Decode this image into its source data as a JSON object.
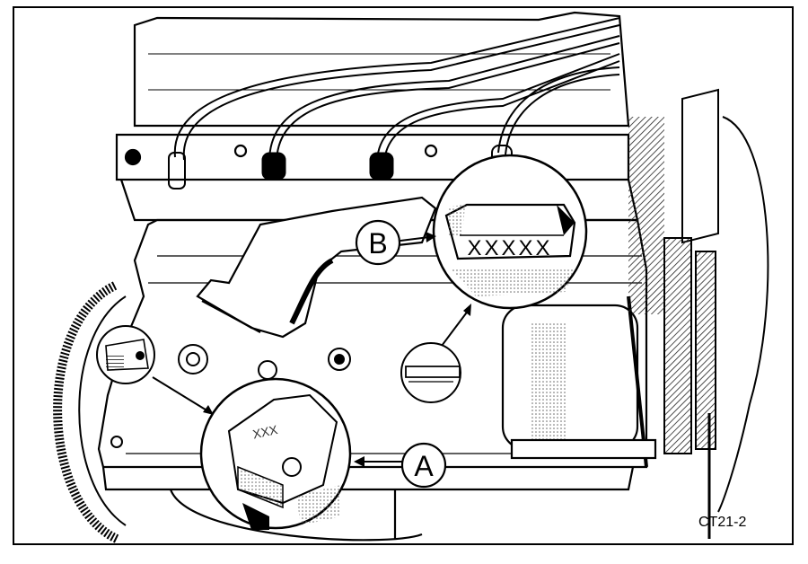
{
  "figure": {
    "caption_code": "CT21-2",
    "callouts": [
      {
        "id": "A",
        "label": "A"
      },
      {
        "id": "B",
        "label": "B"
      }
    ],
    "inset_b_code": "XXXXX",
    "inset_a_code": "XXX"
  }
}
